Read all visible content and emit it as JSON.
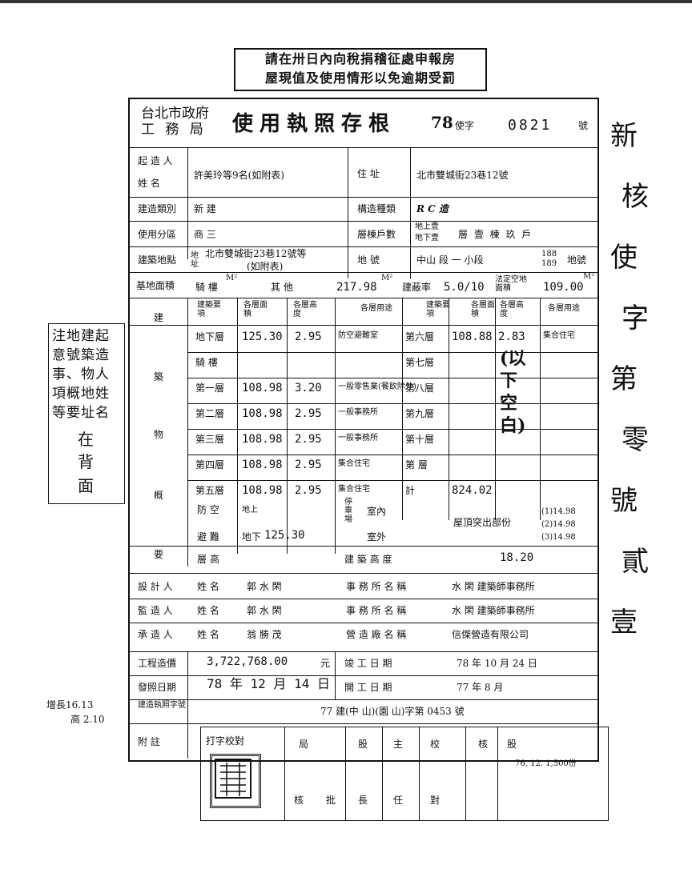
{
  "notice": {
    "line1": "請在卅日內向稅捐稽征處申報房",
    "line2": "屋現值及使用情形以免逾期受罰"
  },
  "header": {
    "agency1": "台北市政府",
    "agency2": "工 務 局",
    "title": "使用執照存根",
    "year": "78",
    "type": "使字",
    "number": "0821",
    "suffix": "號"
  },
  "side_note": {
    "col1": "注地建起",
    "col2": "意號築造",
    "col3": "事、物人",
    "col4": "項概地姓",
    "col5": "等要址名",
    "col6": "在",
    "col7": "背",
    "col8": "面"
  },
  "left_margin": {
    "line1": "增長16.13",
    "line2": "高 2.10"
  },
  "right_margin": {
    "chars": [
      "新",
      "核",
      "使",
      "字",
      "第",
      "零",
      "號",
      "貳",
      "壹"
    ]
  },
  "rows": {
    "builder_label1": "起 造 人",
    "builder_label2": "姓    名",
    "builder_name": "許美玲等9名(如附表)",
    "address_label": "住    址",
    "address": "北市雙城街23巷12號",
    "type_label": "建造類別",
    "type": "新    建",
    "structure_label": "構造種類",
    "structure": "R C 造",
    "zone_label": "使用分區",
    "zone": "商    三",
    "units_label": "層棟戶數",
    "units_above": "地上壹",
    "units_below": "地下壹",
    "units_detail": "層  壹  棟  玖  戶",
    "site_label": "建築地點",
    "site_sub": "地址",
    "site_addr1": "北市雙城街23巷12號等",
    "site_addr2": "(如附表)",
    "lot_label": "地    號",
    "lot_section": "中山  段  一  小段",
    "lot_no1": "188",
    "lot_no2": "189",
    "lot_suffix": "地號",
    "base_label": "基地面積",
    "arcade_label": "騎  樓",
    "other_label": "其  他",
    "other_area": "217.98",
    "unit_m2": "M²",
    "coverage_label": "建蔽率",
    "coverage": "5.0/10",
    "open_label": "法定空地面積",
    "open_area": "109.00"
  },
  "floors_header": {
    "item": "建築要項",
    "area": "各層面積",
    "height": "各層高度",
    "use": "各層用途"
  },
  "section_chars": {
    "c1": "建",
    "c2": "築",
    "c3": "物",
    "c4": "概",
    "c5": "要"
  },
  "floors_left": [
    {
      "name": "地下層",
      "area": "125.30",
      "height": "2.95",
      "use": "防空避難室"
    },
    {
      "name": "騎  樓",
      "area": "",
      "height": "",
      "use": ""
    },
    {
      "name": "第一層",
      "area": "108.98",
      "height": "3.20",
      "use": "一般零售業(餐飲除外)"
    },
    {
      "name": "第二層",
      "area": "108.98",
      "height": "2.95",
      "use": "一般事務所"
    },
    {
      "name": "第三層",
      "area": "108.98",
      "height": "2.95",
      "use": "一般事務所"
    },
    {
      "name": "第四層",
      "area": "108.98",
      "height": "2.95",
      "use": "集合住宅"
    },
    {
      "name": "第五層",
      "area": "108.98",
      "height": "2.95",
      "use": "集合住宅"
    }
  ],
  "floors_right": [
    {
      "name": "第六層",
      "area": "108.88",
      "height": "2.83",
      "use": "集合住宅"
    },
    {
      "name": "第七層",
      "area": "",
      "height": "",
      "use": ""
    },
    {
      "name": "第八層",
      "area": "",
      "height": "",
      "use": ""
    },
    {
      "name": "第九層",
      "area": "",
      "height": "",
      "use": ""
    },
    {
      "name": "第十層",
      "area": "",
      "height": "",
      "use": ""
    },
    {
      "name": "第    層",
      "area": "",
      "height": "",
      "use": ""
    },
    {
      "name": "計",
      "area": "824.02",
      "height": "",
      "use": ""
    }
  ],
  "blank_mark": "(以下空白)",
  "shelter": {
    "label1": "防  空",
    "label2": "避  難",
    "above": "地上",
    "below": "地下",
    "below_area": "125.30",
    "parking_label": "停車場",
    "indoor": "室內",
    "outdoor": "室外",
    "roof_label": "屋頂突出部份",
    "roof1": "(1)14.98",
    "roof2": "(2)14.98",
    "roof3": "(3)14.98"
  },
  "height_row": {
    "label": "層  高",
    "total_label": "建  築  高  度",
    "total": "18.20"
  },
  "designer": {
    "role": "設 計 人",
    "name_label": "姓  名",
    "name": "郭 水 閑",
    "office_label": "事 務 所 名 稱",
    "office": "水    閑    建築師事務所"
  },
  "supervisor": {
    "role": "監 造 人",
    "name_label": "姓  名",
    "name": "郭 水 閑",
    "office_label": "事 務 所 名 稱",
    "office": "水    閑    建築師事務所"
  },
  "contractor": {
    "role": "承 造 人",
    "name_label": "姓  名",
    "name": "翁 勝 茂",
    "office_label": "營 造 廠 名 稱",
    "office": "信傑營造有限公司"
  },
  "cost": {
    "label": "工程造價",
    "value": "3,722,768.00",
    "unit": "元",
    "done_label": "竣  工  日  期",
    "done": "78  年  10  月  24  日"
  },
  "issue": {
    "label": "發照日期",
    "value": "78 年 12 月 14 日",
    "start_label": "開  工  日  期",
    "start": "77  年  8  月"
  },
  "permit": {
    "label": "建造執照字號",
    "value": "77  建(中  山)(園  山)字第  0453  號"
  },
  "notes": {
    "label": "附    註"
  },
  "bottom": {
    "sign": "打字校對",
    "cols": [
      "局",
      "股",
      "主",
      "校",
      "核",
      "股"
    ],
    "cols2": [
      "核",
      "批",
      "長",
      "任",
      "對"
    ],
    "copies": "76. 12. 1,500份"
  }
}
